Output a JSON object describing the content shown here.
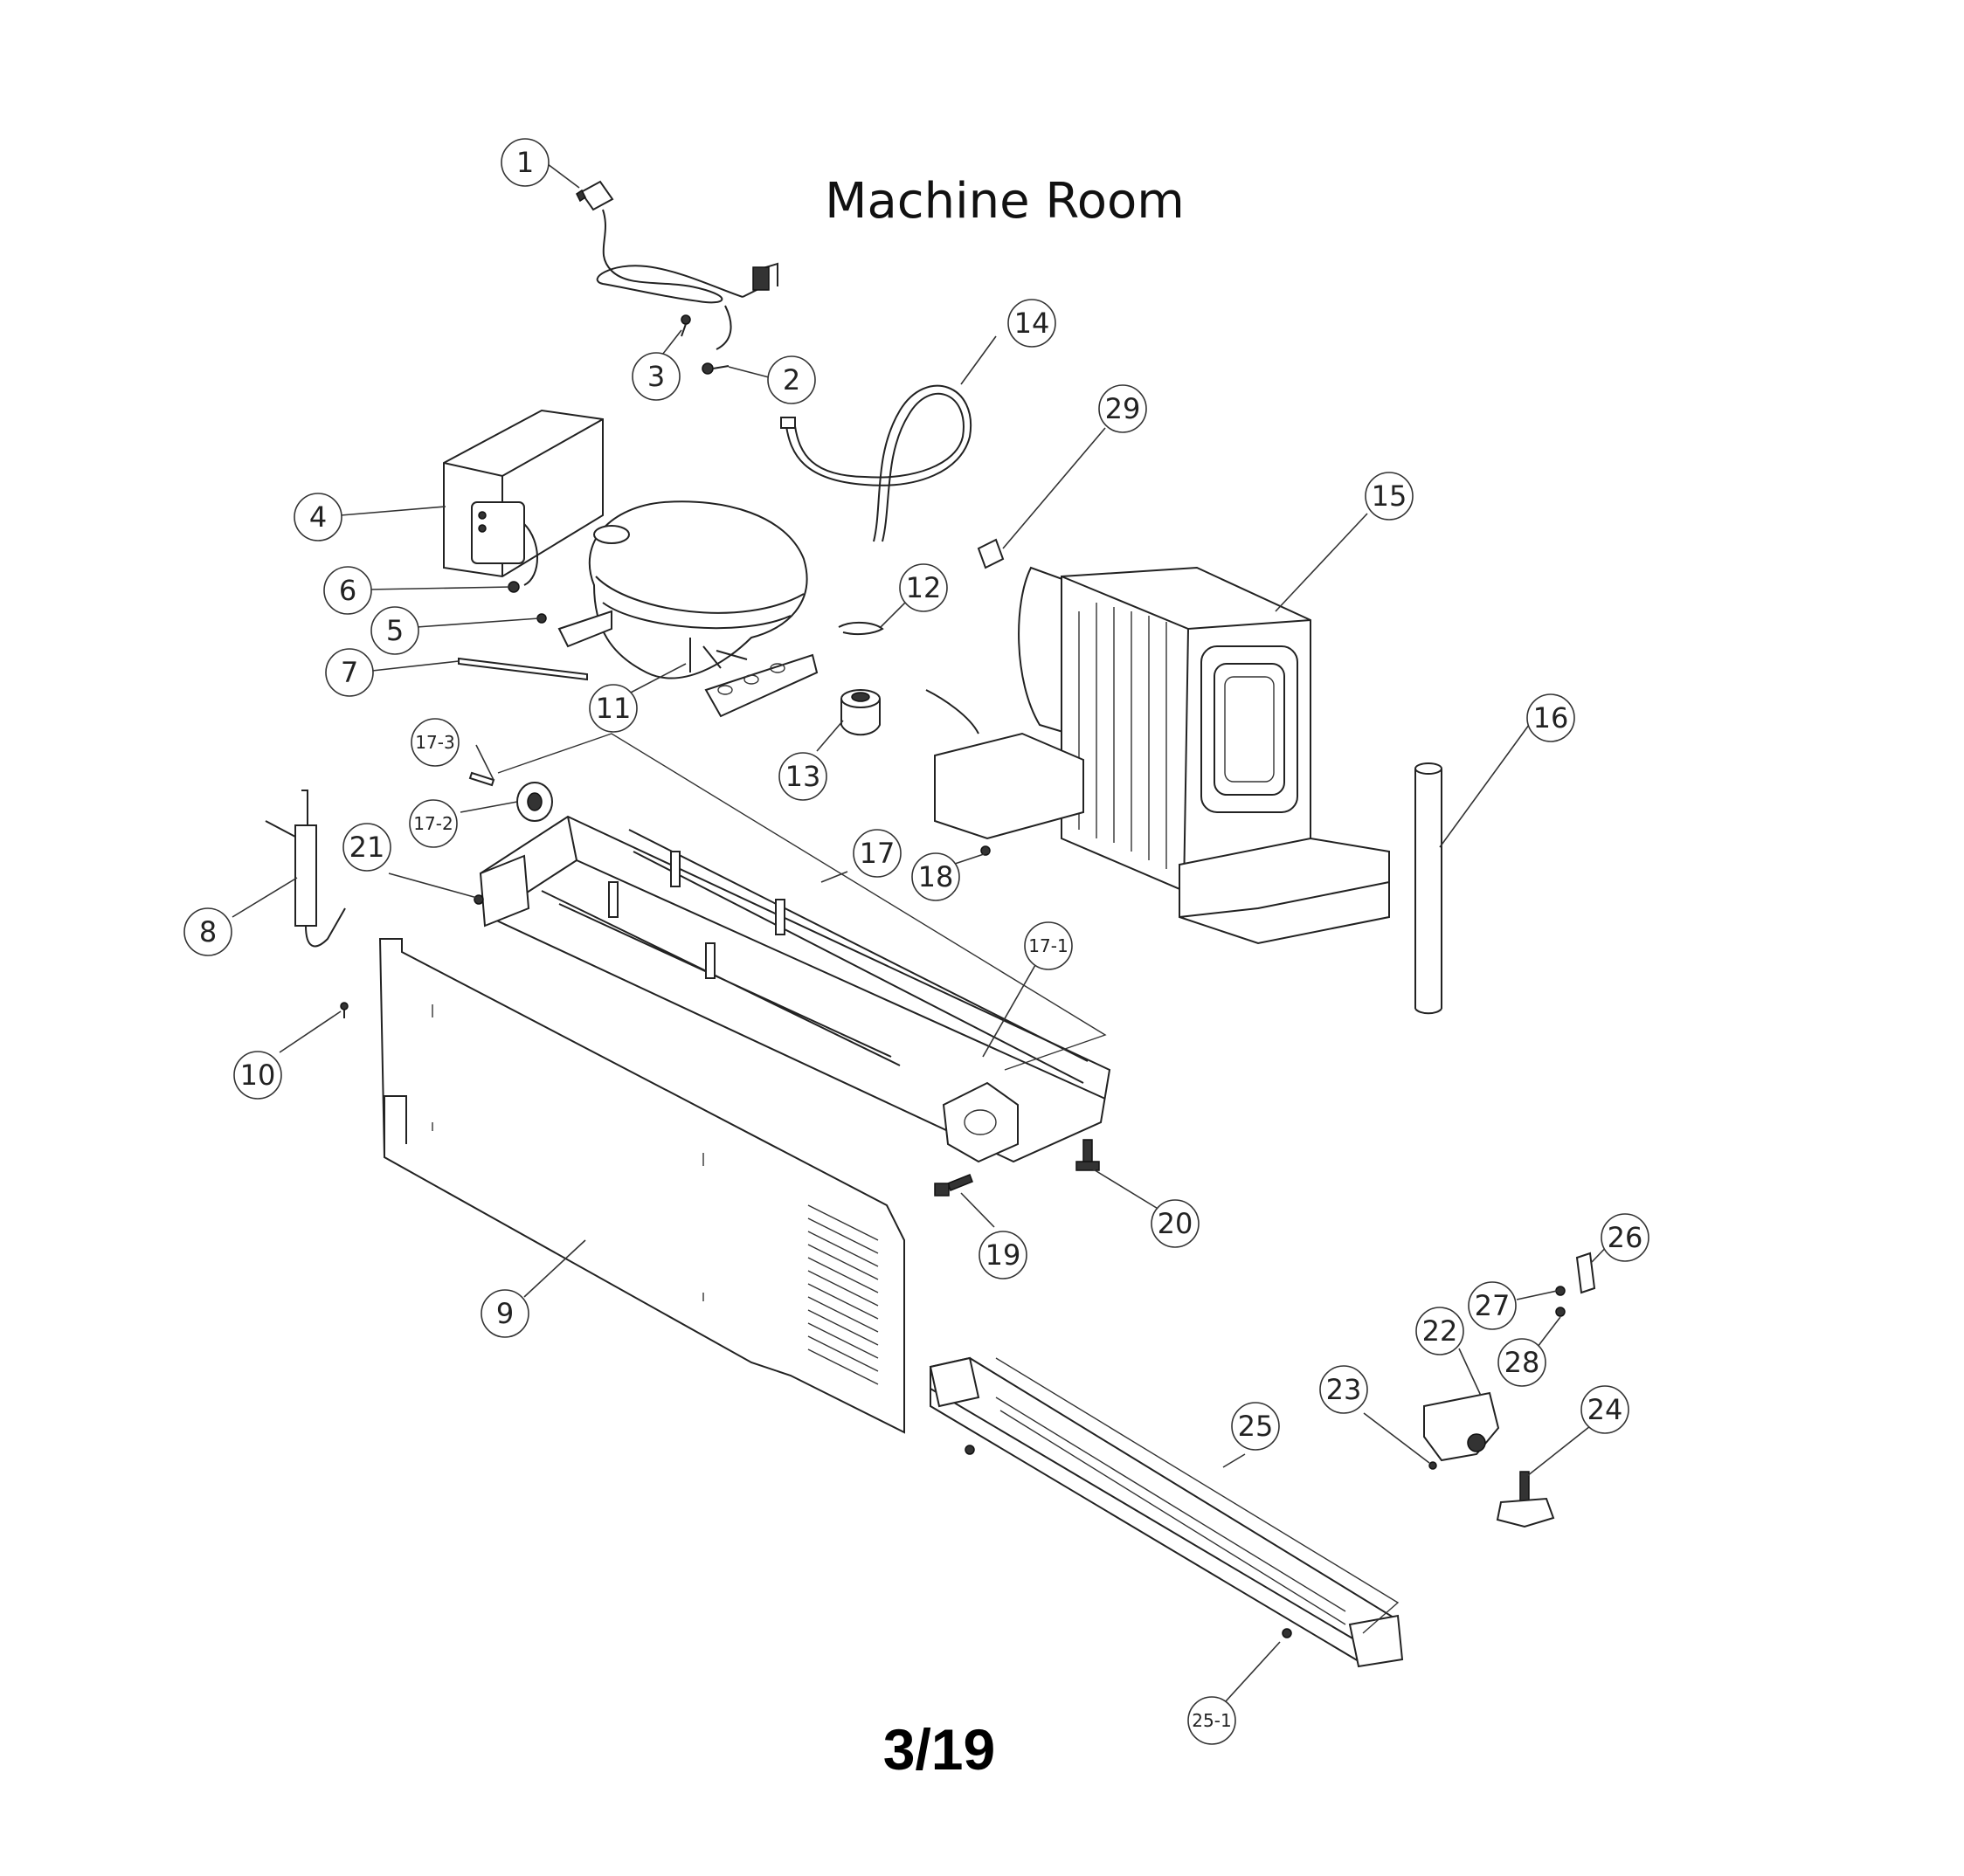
{
  "title": "Machine Room",
  "page_number": "3/19",
  "callouts": {
    "c1": "1",
    "c2": "2",
    "c3": "3",
    "c4": "4",
    "c5": "5",
    "c6": "6",
    "c7": "7",
    "c8": "8",
    "c9": "9",
    "c10": "10",
    "c11": "11",
    "c12": "12",
    "c13": "13",
    "c14": "14",
    "c15": "15",
    "c16": "16",
    "c17": "17",
    "c17_1": "17-1",
    "c17_2": "17-2",
    "c17_3": "17-3",
    "c18": "18",
    "c19": "19",
    "c20": "20",
    "c21": "21",
    "c22": "22",
    "c23": "23",
    "c24": "24",
    "c25": "25",
    "c25_1": "25-1",
    "c26": "26",
    "c27": "27",
    "c28": "28",
    "c29": "29"
  }
}
